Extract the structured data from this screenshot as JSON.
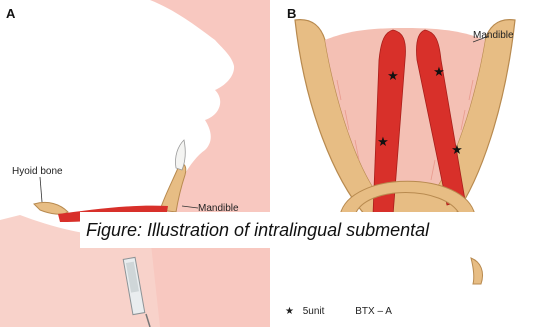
{
  "panel_a": {
    "letter": "A",
    "labels": {
      "hyoid": "Hyoid bone",
      "mandible": "Mandible"
    }
  },
  "panel_b": {
    "letter": "B",
    "labels": {
      "mandible": "Mandible"
    }
  },
  "caption": "Figure: Illustration of intralingual submental",
  "legend": {
    "star_label": "5unit",
    "drug": "BTX – A"
  },
  "colors": {
    "skin": "#f8c8c0",
    "bone": "#e7bd84",
    "muscle": "#d8302a",
    "floor": "#f4c0b4"
  }
}
